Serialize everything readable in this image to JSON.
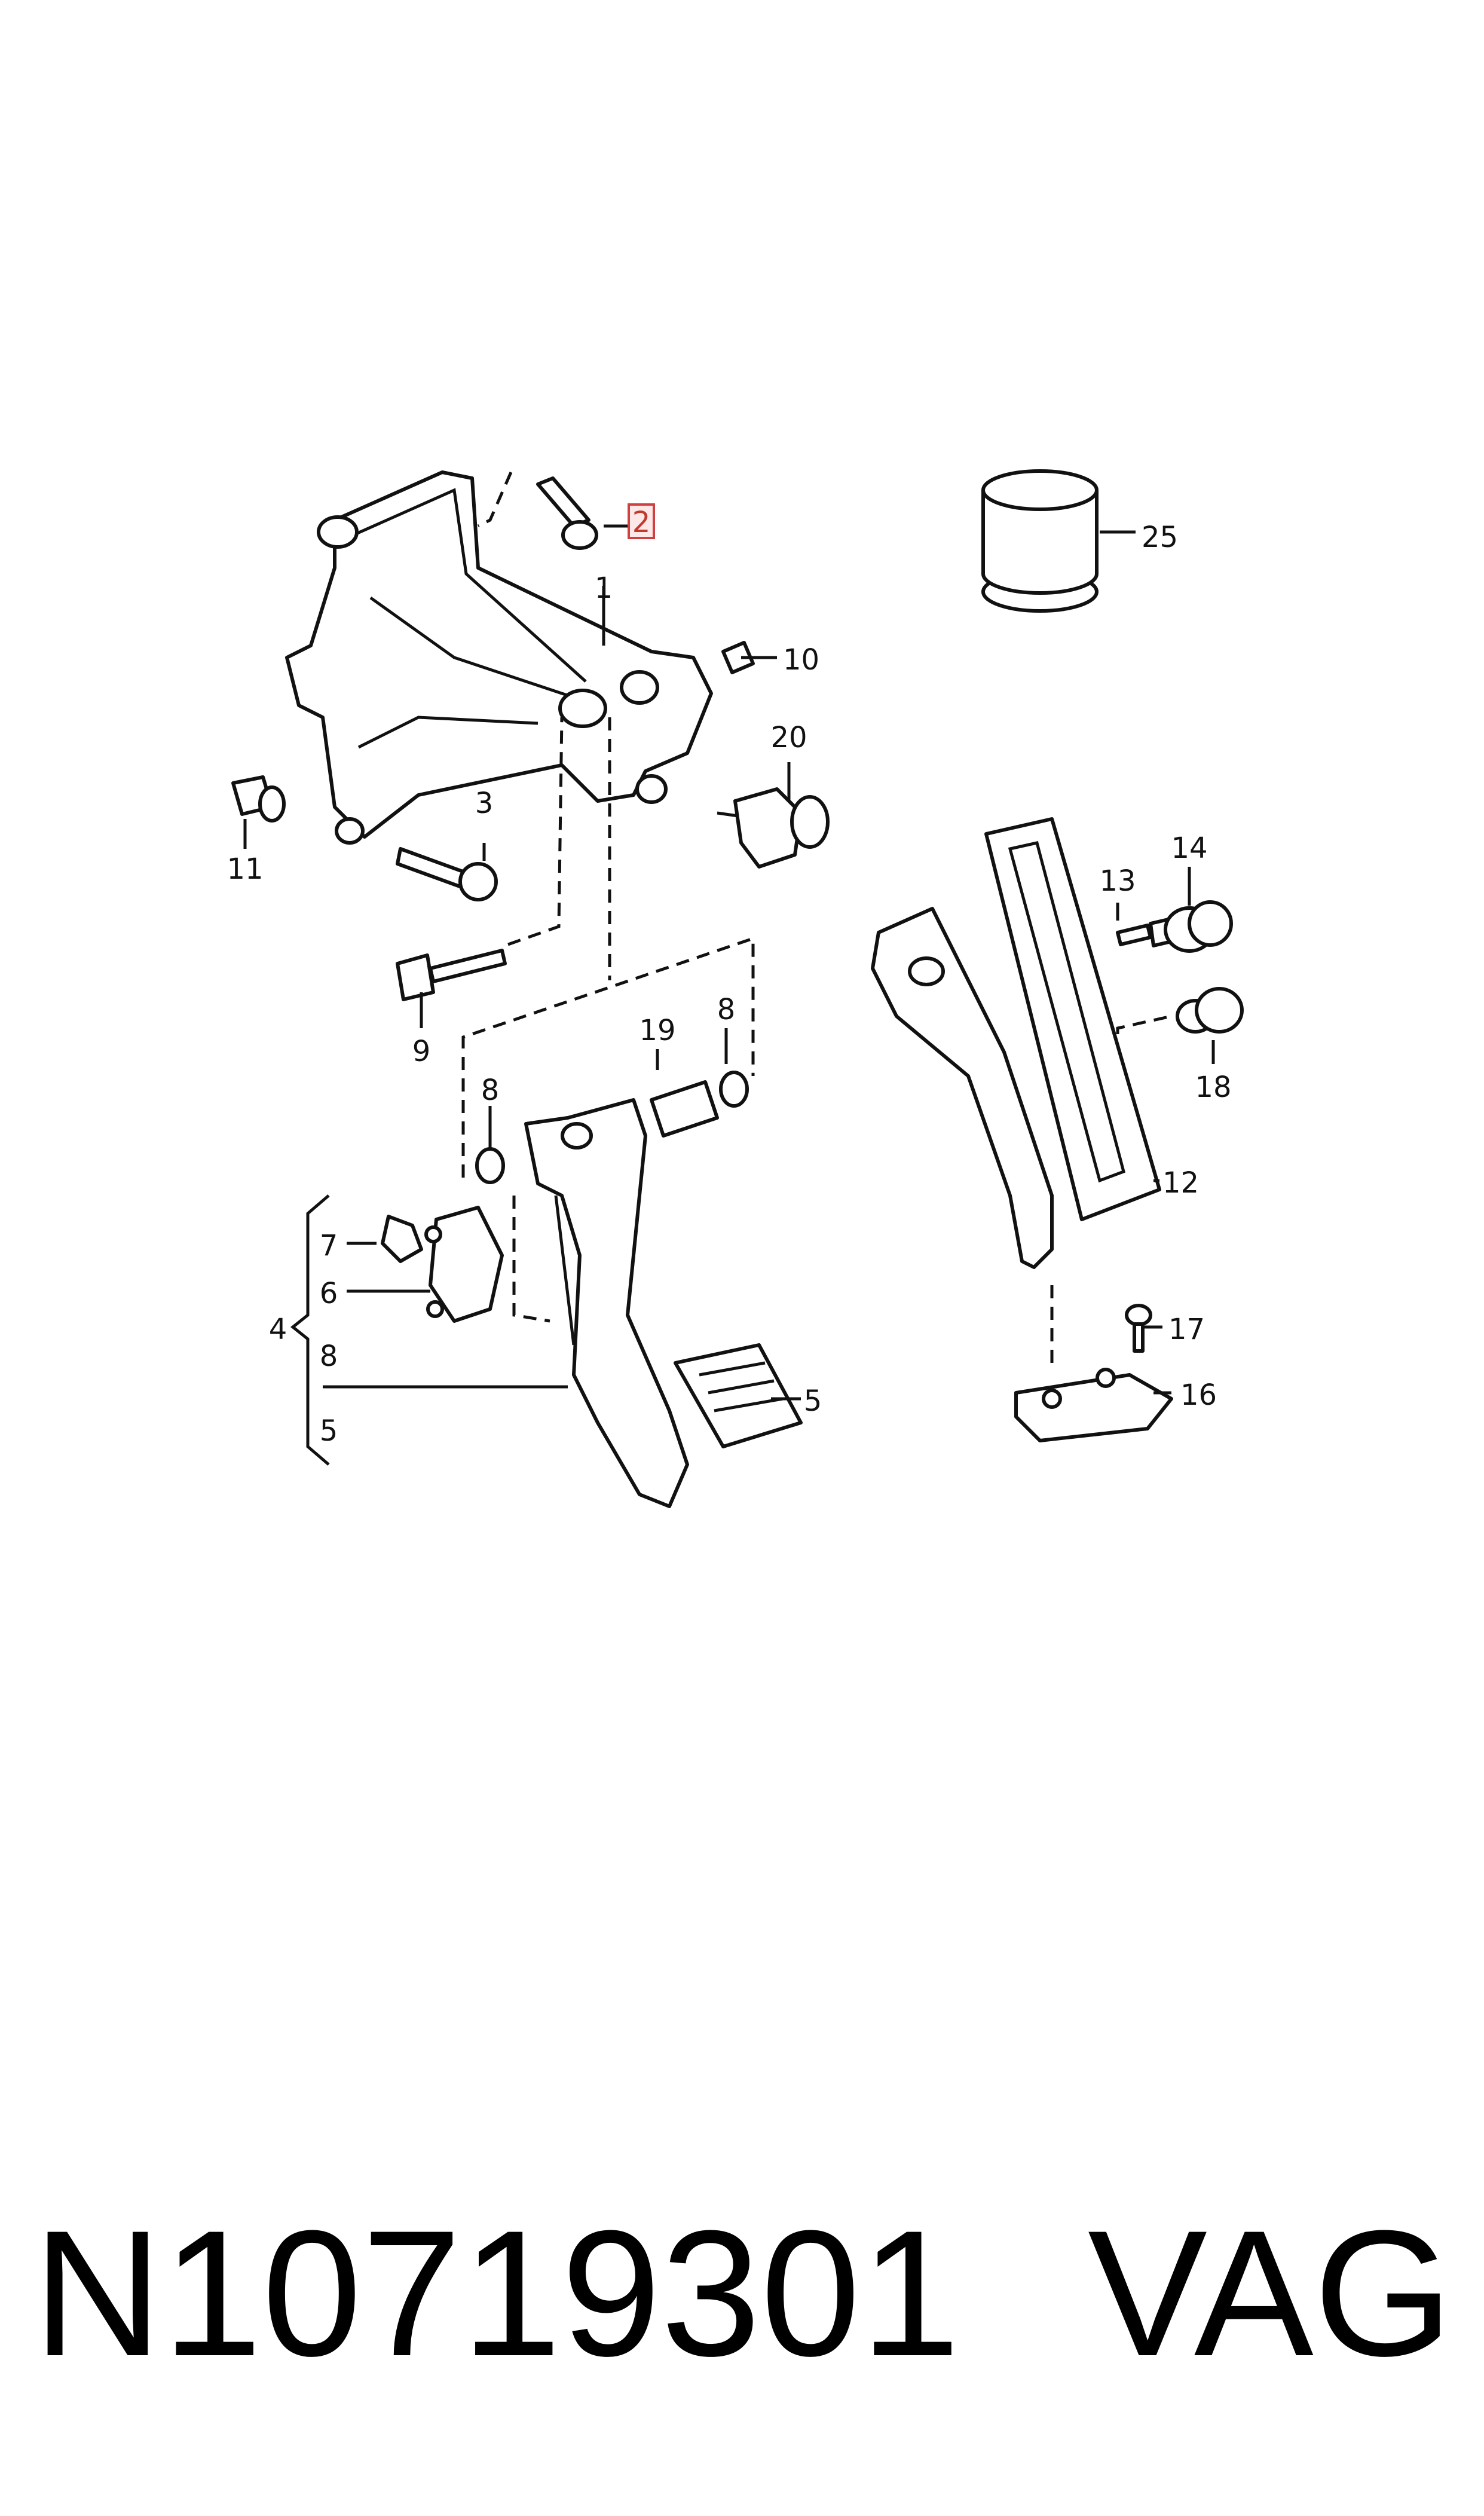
{
  "callouts": {
    "c1": "1",
    "c2": "2",
    "c3": "3",
    "c4": "4",
    "c5a": "5",
    "c5b": "5",
    "c6": "6",
    "c7": "7",
    "c8a": "8",
    "c8b": "8",
    "c8c": "8",
    "c9": "9",
    "c10": "10",
    "c11": "11",
    "c12": "12",
    "c13": "13",
    "c14": "14",
    "c16": "16",
    "c17": "17",
    "c18": "18",
    "c19": "19",
    "c20": "20",
    "c25": "25"
  },
  "highlighted_callout": "2",
  "footer": {
    "part_number": "N10719301",
    "brand": "VAG"
  }
}
